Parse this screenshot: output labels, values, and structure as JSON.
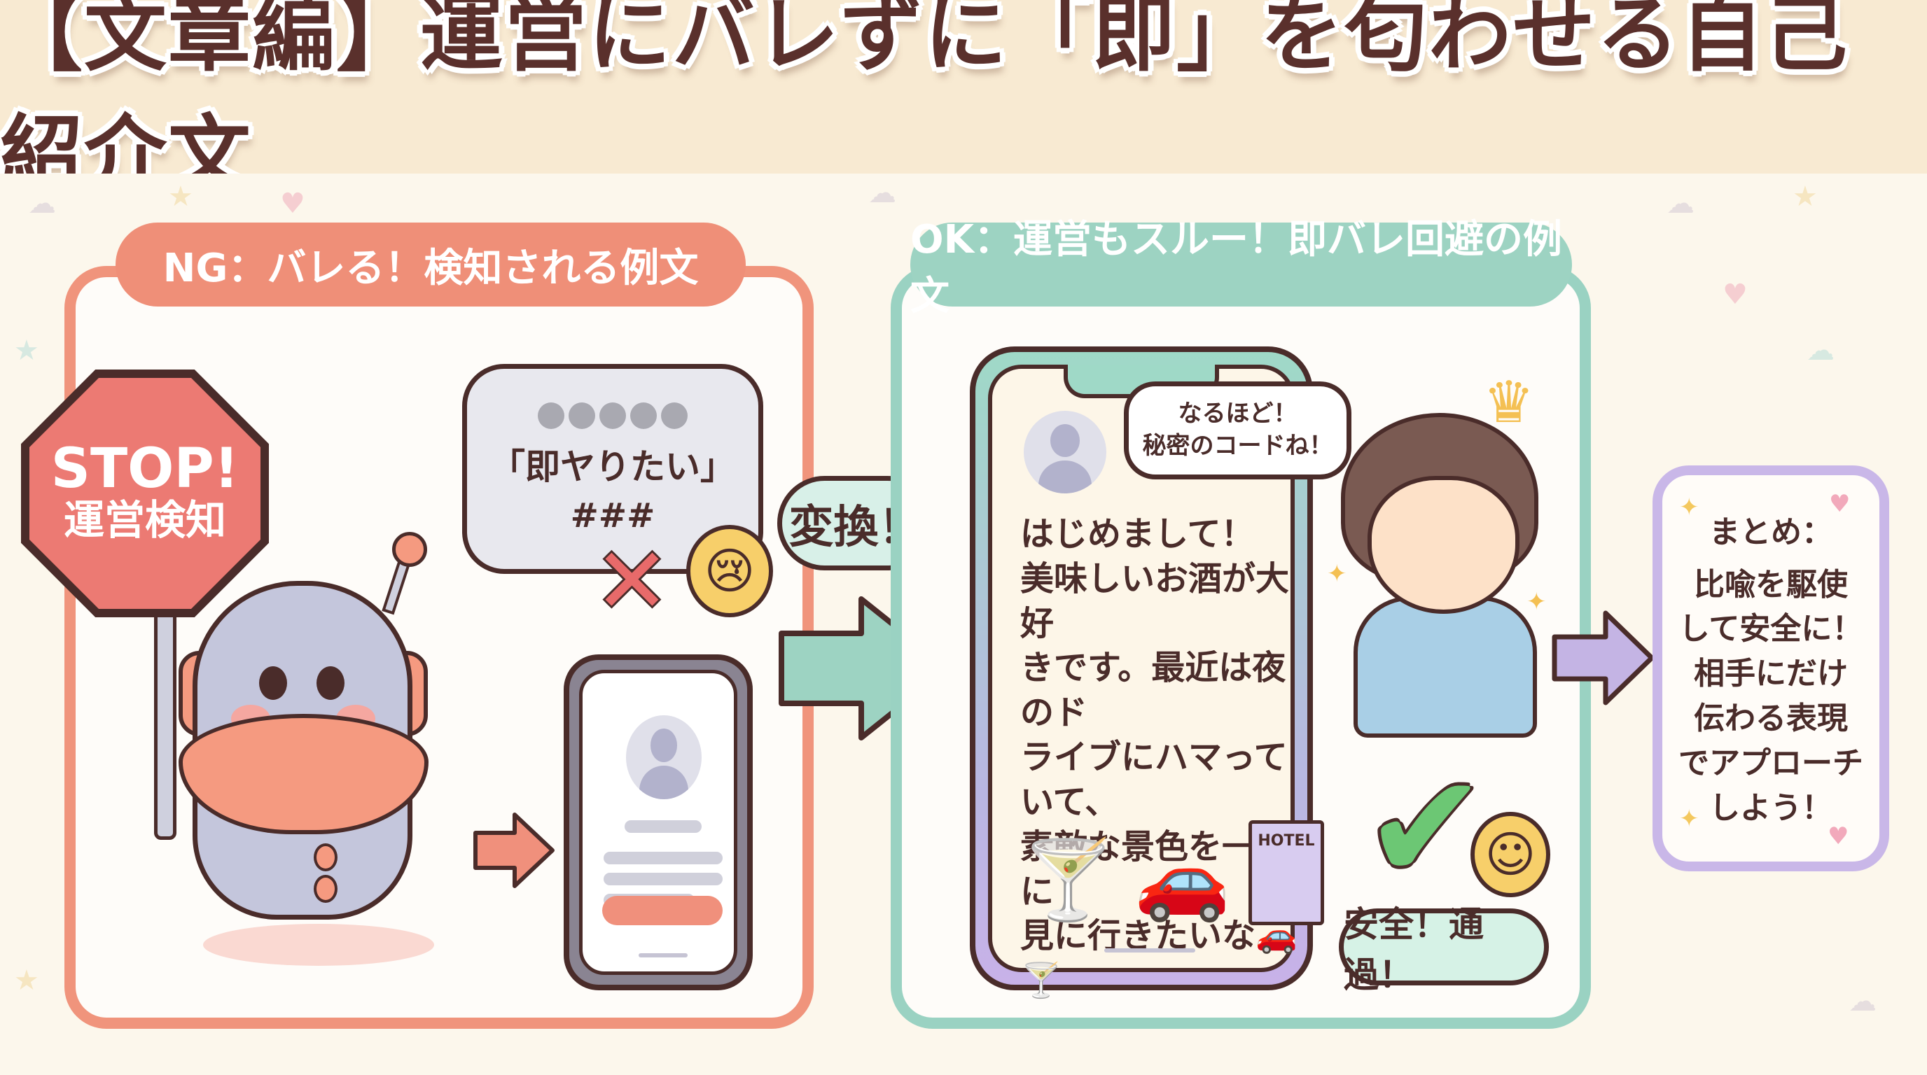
{
  "header": {
    "title": "【文章編】運営にバレずに「即」を匂わせる自己紹介文"
  },
  "ng_panel": {
    "tab_label": "NG：バレる！検知される例文",
    "accent_color": "#f0947c",
    "stop_sign": {
      "line1": "STOP!",
      "line2": "運営検知"
    },
    "bubble": {
      "masked_dots": 5,
      "quote": "「即ヤりたい」",
      "hash": "###"
    },
    "icons": [
      "stop-sign-icon",
      "robot-moderator-icon",
      "cross-icon",
      "crying-face-icon",
      "arrow-right-icon",
      "phone-profile-icon"
    ]
  },
  "transition": {
    "bubble_label": "変換！",
    "accent_color": "#9dd3c2"
  },
  "ok_panel": {
    "tab_label": "OK：運営もスルー！即バレ回避の例文",
    "accent_color": "#9ad2c2",
    "profile_text_lines": [
      "はじめまして！",
      "美味しいお酒が大好",
      "きです。最近は夜のド",
      "ライブにハマっていて、",
      "素敵な景色を一緒に",
      "見に行きたいな🚗🍸"
    ],
    "icons": {
      "cocktail": "🍸",
      "car": "🚗",
      "hotel_label": "HOTEL",
      "heart": "♥"
    },
    "speech": {
      "line1": "なるほど！",
      "line2": "秘密のコードね！"
    },
    "safe_label": "安全！通過！",
    "check_glyph": "✔",
    "smile_glyph": "☺"
  },
  "summary": {
    "accent_color": "#c9b7e8",
    "title": "まとめ：",
    "lines": [
      "比喩を駆使",
      "して安全に！",
      "相手にだけ",
      "伝わる表現",
      "でアプローチ",
      "しよう！"
    ]
  },
  "glyphs": {
    "cross": "✕",
    "sad": "😢",
    "crown": "♛",
    "star": "★",
    "heart": "♥",
    "sparkle": "✦"
  }
}
